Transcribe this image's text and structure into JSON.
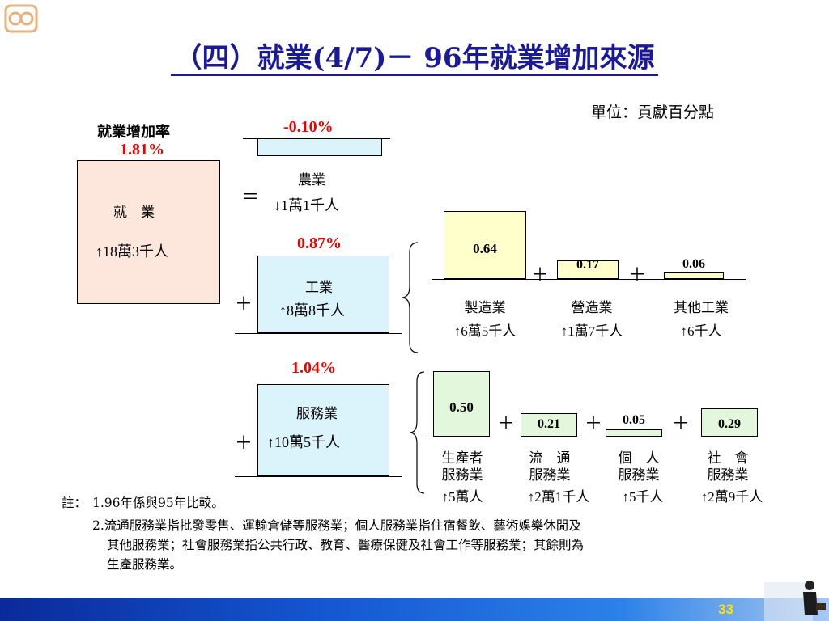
{
  "title": "（四）就業(4/7)－ 96年就業增加來源",
  "unit": "單位：貢獻百分點",
  "employment": {
    "rate_label": "就業增加率",
    "rate": "1.81%",
    "name": "就　業",
    "change": "↑18萬3千人"
  },
  "equals": "＝",
  "agriculture": {
    "rate": "-0.10%",
    "name": "農業",
    "change": "↓1萬1千人"
  },
  "industry": {
    "plus": "＋",
    "rate": "0.87%",
    "name": "工業",
    "change": "↑8萬8千人",
    "subs": [
      {
        "value": "0.64",
        "name": "製造業",
        "change": "↑6萬5千人"
      },
      {
        "value": "0.17",
        "name": "營造業",
        "change": "↑1萬7千人"
      },
      {
        "value": "0.06",
        "name": "其他工業",
        "change": "↑6千人"
      }
    ]
  },
  "services": {
    "plus": "＋",
    "rate": "1.04%",
    "name": "服務業",
    "change": "↑10萬5千人",
    "subs": [
      {
        "value": "0.50",
        "name1": "生產者",
        "name2": "服務業",
        "change": "↑5萬人"
      },
      {
        "value": "0.21",
        "name1": "流　通",
        "name2": "服務業",
        "change": "↑2萬1千人"
      },
      {
        "value": "0.05",
        "name1": "個　人",
        "name2": "服務業",
        "change": "↑5千人"
      },
      {
        "value": "0.29",
        "name1": "社　會",
        "name2": "服務業",
        "change": "↑2萬9千人"
      }
    ]
  },
  "plus": "＋",
  "notes": {
    "label": "註：",
    "line1": "1.96年係與95年比較。",
    "line2": "2.流通服務業指批發零售、運輸倉儲等服務業；個人服務業指住宿餐飲、藝術娛樂休閒及",
    "line3": "其他服務業；社會服務業指公共行政、教育、醫療保健及社會工作等服務業；其餘則為",
    "line4": "生產服務業。"
  },
  "page_number": "33",
  "colors": {
    "employment_box": "#fde7dc",
    "sector_box": "#dbf3fb",
    "sub_bar": "#ffffcc",
    "service_bar": "#e3f7dc",
    "title": "#1a1a99",
    "rate": "#ee0000"
  }
}
